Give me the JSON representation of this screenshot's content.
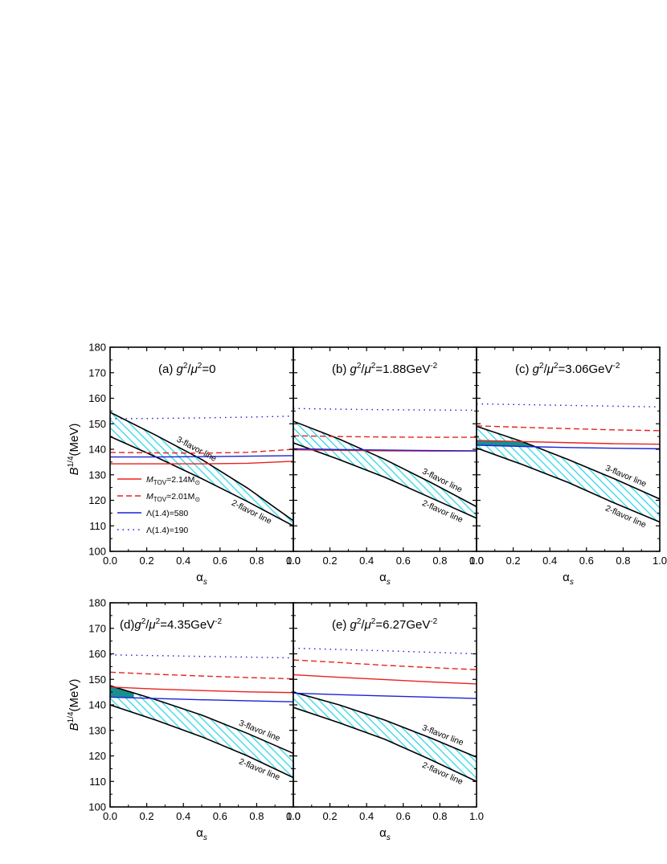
{
  "chart_data": {
    "type": "line",
    "ylabel": "B^{1/4}(MeV)",
    "xlabel": "α_s",
    "xlim": [
      0,
      1
    ],
    "ylim": [
      100,
      180
    ],
    "x_ticks": [
      0.0,
      0.2,
      0.4,
      0.6,
      0.8,
      1.0
    ],
    "x_tick_labels": [
      "0.0",
      "0.2",
      "0.4",
      "0.6",
      "0.8",
      "1.0"
    ],
    "y_ticks": [
      100,
      110,
      120,
      130,
      140,
      150,
      160,
      170,
      180
    ],
    "y_tick_labels": [
      "100",
      "110",
      "120",
      "130",
      "140",
      "150",
      "160",
      "170",
      "180"
    ],
    "band_labels": {
      "upper": "3-flavor line",
      "lower": "2-flavor line"
    },
    "colors": {
      "red": "#e8221e",
      "blue": "#1a22d6",
      "band_hatch": "#2fd8e8",
      "overlap": "#1a8f8f",
      "border": "#000000"
    },
    "legend": {
      "location": "lower-left of panel (a)",
      "entries": [
        {
          "main": "M",
          "sub": "TOV",
          "rest": "=2.14M",
          "sun": "⊙",
          "color": "#e8221e",
          "style": "solid"
        },
        {
          "main": "M",
          "sub": "TOV",
          "rest": "=2.01M",
          "sun": "⊙",
          "color": "#e8221e",
          "style": "dashed"
        },
        {
          "main": "Λ(1.4)=580",
          "sub": "",
          "rest": "",
          "sun": "",
          "color": "#1a22d6",
          "style": "solid"
        },
        {
          "main": "Λ(1.4)=190",
          "sub": "",
          "rest": "",
          "sun": "",
          "color": "#1a22d6",
          "style": "dotted"
        }
      ]
    },
    "panels": [
      {
        "id": "a",
        "prefix": "(a) ",
        "coupling": "0",
        "unit": "",
        "unit_exp": "",
        "x": [
          0,
          0.25,
          0.5,
          0.75,
          1.0
        ],
        "three_flavor_line": [
          154.5,
          145.5,
          136.0,
          124.8,
          112.0
        ],
        "two_flavor_line": [
          145.0,
          137.0,
          128.5,
          119.5,
          110.0
        ],
        "series": [
          {
            "name": "M_TOV=2.14M⊙",
            "values": [
              134.3,
              134.3,
              134.3,
              134.5,
              135.3
            ]
          },
          {
            "name": "M_TOV=2.01M⊙",
            "values": [
              138.8,
              138.6,
              138.5,
              138.8,
              140.0
            ]
          },
          {
            "name": "Λ(1.4)=580",
            "values": [
              137.0,
              137.0,
              137.1,
              137.3,
              137.5
            ]
          },
          {
            "name": "Λ(1.4)=190",
            "values": [
              152.0,
              152.1,
              152.3,
              152.6,
              153.0
            ]
          }
        ],
        "overlap_region": null
      },
      {
        "id": "b",
        "prefix": "(b) ",
        "coupling": "1.88",
        "unit": "GeV",
        "unit_exp": "-2",
        "x": [
          0,
          0.25,
          0.5,
          0.75,
          1.0
        ],
        "three_flavor_line": [
          151.0,
          144.0,
          136.0,
          127.0,
          117.5
        ],
        "two_flavor_line": [
          142.5,
          136.0,
          129.0,
          121.0,
          113.0
        ],
        "series": [
          {
            "name": "M_TOV=2.14M⊙",
            "values": [
              139.8,
              139.6,
              139.4,
              139.3,
              139.3
            ]
          },
          {
            "name": "M_TOV=2.01M⊙",
            "values": [
              145.3,
              145.0,
              144.8,
              144.7,
              144.7
            ]
          },
          {
            "name": "Λ(1.4)=580",
            "values": [
              140.2,
              139.9,
              139.7,
              139.5,
              139.4
            ]
          },
          {
            "name": "Λ(1.4)=190",
            "values": [
              156.0,
              155.7,
              155.5,
              155.4,
              155.3
            ]
          }
        ],
        "overlap_region": null
      },
      {
        "id": "c",
        "prefix": "(c) ",
        "coupling": "3.06",
        "unit": "GeV",
        "unit_exp": "-2",
        "x": [
          0,
          0.25,
          0.5,
          0.75,
          1.0
        ],
        "three_flavor_line": [
          149.0,
          143.0,
          136.0,
          128.5,
          120.5
        ],
        "two_flavor_line": [
          140.5,
          134.0,
          127.0,
          119.0,
          111.5
        ],
        "series": [
          {
            "name": "M_TOV=2.14M⊙",
            "values": [
              143.5,
              143.0,
              142.6,
              142.2,
              142.0
            ]
          },
          {
            "name": "M_TOV=2.01M⊙",
            "values": [
              149.2,
              148.6,
              148.1,
              147.6,
              147.3
            ]
          },
          {
            "name": "Λ(1.4)=580",
            "values": [
              141.6,
              141.1,
              140.7,
              140.4,
              140.2
            ]
          },
          {
            "name": "Λ(1.4)=190",
            "values": [
              157.8,
              157.5,
              157.2,
              156.9,
              156.6
            ]
          }
        ],
        "overlap_region": {
          "x": [
            0.0,
            0.3
          ]
        }
      },
      {
        "id": "d",
        "prefix": "(d)",
        "coupling": "4.35",
        "unit": "GeV",
        "unit_exp": "-2",
        "x": [
          0,
          0.25,
          0.5,
          0.75,
          1.0
        ],
        "three_flavor_line": [
          147.5,
          142.0,
          136.0,
          128.8,
          121.0
        ],
        "two_flavor_line": [
          140.0,
          134.0,
          127.5,
          120.0,
          111.5
        ],
        "series": [
          {
            "name": "M_TOV=2.14M⊙",
            "values": [
              147.0,
              146.2,
              145.6,
              145.1,
              144.8
            ]
          },
          {
            "name": "M_TOV=2.01M⊙",
            "values": [
              152.8,
              152.0,
              151.3,
              150.7,
              150.2
            ]
          },
          {
            "name": "Λ(1.4)=580",
            "values": [
              143.0,
              142.5,
              142.0,
              141.6,
              141.2
            ]
          },
          {
            "name": "Λ(1.4)=190",
            "values": [
              159.6,
              159.3,
              159.0,
              158.7,
              158.4
            ]
          }
        ],
        "overlap_region": {
          "x": [
            0.0,
            0.13
          ]
        }
      },
      {
        "id": "e",
        "prefix": "(e) ",
        "coupling": "6.27",
        "unit": "GeV",
        "unit_exp": "-2",
        "x": [
          0,
          0.25,
          0.5,
          0.75,
          1.0
        ],
        "three_flavor_line": [
          145.0,
          140.0,
          134.0,
          127.0,
          119.5
        ],
        "two_flavor_line": [
          139.0,
          133.0,
          126.5,
          118.5,
          110.0
        ],
        "series": [
          {
            "name": "M_TOV=2.14M⊙",
            "values": [
              151.8,
              150.8,
              149.9,
              149.0,
              148.2
            ]
          },
          {
            "name": "M_TOV=2.01M⊙",
            "values": [
              157.6,
              156.6,
              155.5,
              154.6,
              153.8
            ]
          },
          {
            "name": "Λ(1.4)=580",
            "values": [
              144.6,
              144.0,
              143.5,
              143.0,
              142.5
            ]
          },
          {
            "name": "Λ(1.4)=190",
            "values": [
              162.2,
              161.7,
              161.2,
              160.6,
              160.0
            ]
          }
        ],
        "overlap_region": null
      }
    ]
  }
}
